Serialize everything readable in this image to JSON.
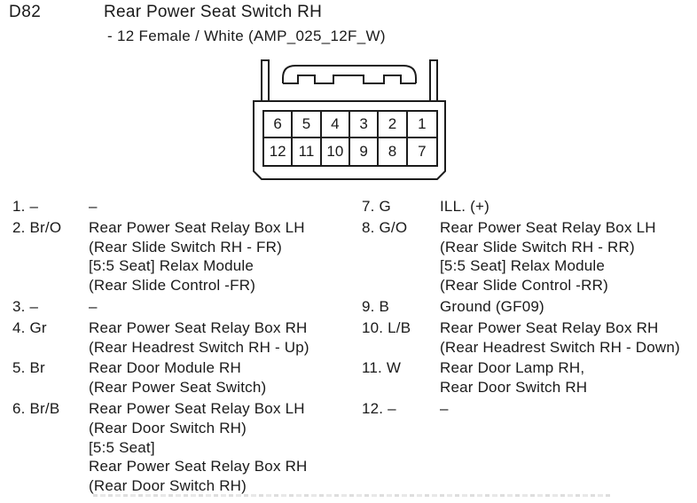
{
  "header": {
    "connector_id": "D82",
    "title": "Rear Power Seat Switch RH",
    "subtitle": "- 12 Female / White (AMP_025_12F_W)"
  },
  "connector": {
    "pin_grid": [
      [
        "6",
        "5",
        "4",
        "3",
        "2",
        "1"
      ],
      [
        "12",
        "11",
        "10",
        "9",
        "8",
        "7"
      ]
    ]
  },
  "pins": [
    {
      "label": "1. –",
      "lines": [
        "–"
      ]
    },
    {
      "label": "2. Br/O",
      "lines": [
        "Rear Power Seat Relay Box LH",
        "(Rear Slide Switch RH - FR)",
        "[5:5 Seat] Relax Module",
        "(Rear Slide Control -FR)"
      ]
    },
    {
      "label": "3. –",
      "lines": [
        "–"
      ]
    },
    {
      "label": "4. Gr",
      "lines": [
        "Rear Power Seat Relay Box RH",
        "(Rear Headrest Switch RH - Up)"
      ]
    },
    {
      "label": "5. Br",
      "lines": [
        "Rear Door Module RH",
        "(Rear Power Seat Switch)"
      ]
    },
    {
      "label": "6. Br/B",
      "lines": [
        "Rear Power Seat Relay Box LH",
        "(Rear Door Switch RH)",
        "[5:5 Seat]",
        "Rear Power Seat Relay Box RH",
        "(Rear Door Switch RH)"
      ]
    },
    {
      "label": "7. G",
      "lines": [
        "ILL. (+)"
      ]
    },
    {
      "label": "8. G/O",
      "lines": [
        "Rear Power Seat Relay Box LH",
        "(Rear Slide Switch RH - RR)",
        "[5:5 Seat] Relax Module",
        "(Rear Slide Control -RR)"
      ]
    },
    {
      "label": "9. B",
      "lines": [
        "Ground (GF09)"
      ]
    },
    {
      "label": "10. L/B",
      "lines": [
        "Rear Power Seat Relay Box RH",
        "(Rear Headrest Switch RH - Down)"
      ]
    },
    {
      "label": "11. W",
      "lines": [
        "Rear Door Lamp RH,",
        "Rear Door Switch RH"
      ]
    },
    {
      "label": "12. –",
      "lines": [
        "–"
      ]
    }
  ],
  "colors": {
    "ink": "#1a1a1a",
    "paper": "#ffffff"
  }
}
